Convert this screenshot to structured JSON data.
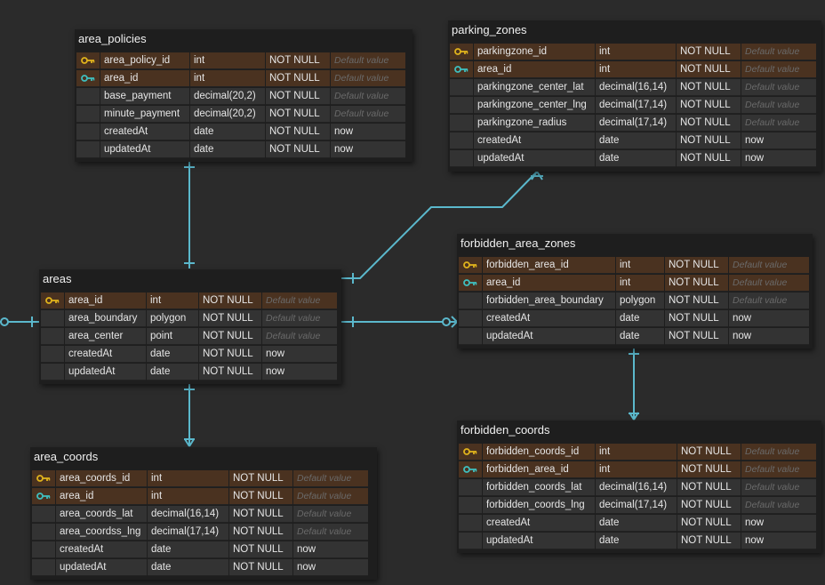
{
  "icons": {
    "primary_key": "gold-key-icon",
    "foreign_key": "teal-key-icon"
  },
  "colors": {
    "canvas": "#2b2b2b",
    "table_bg": "#1e1e1e",
    "cell_bg": "#333333",
    "key_row_bg": "#4a3220",
    "relation_line": "#5bb8cc",
    "primary_key": "#e0b31c",
    "foreign_key": "#3fbfbf"
  },
  "tables": {
    "area_policies": {
      "title": "area_policies",
      "columns": [
        {
          "key": "pk",
          "name": "area_policy_id",
          "type": "int",
          "nullable": "NOT NULL",
          "default": "Default value",
          "default_is_placeholder": true
        },
        {
          "key": "fk",
          "name": "area_id",
          "type": "int",
          "nullable": "NOT NULL",
          "default": "Default value",
          "default_is_placeholder": true
        },
        {
          "key": "",
          "name": "base_payment",
          "type": "decimal(20,2)",
          "nullable": "NOT NULL",
          "default": "Default value",
          "default_is_placeholder": true
        },
        {
          "key": "",
          "name": "minute_payment",
          "type": "decimal(20,2)",
          "nullable": "NOT NULL",
          "default": "Default value",
          "default_is_placeholder": true
        },
        {
          "key": "",
          "name": "createdAt",
          "type": "date",
          "nullable": "NOT NULL",
          "default": "now",
          "default_is_placeholder": false
        },
        {
          "key": "",
          "name": "updatedAt",
          "type": "date",
          "nullable": "NOT NULL",
          "default": "now",
          "default_is_placeholder": false
        }
      ]
    },
    "parking_zones": {
      "title": "parking_zones",
      "columns": [
        {
          "key": "pk",
          "name": "parkingzone_id",
          "type": "int",
          "nullable": "NOT NULL",
          "default": "Default value",
          "default_is_placeholder": true
        },
        {
          "key": "fk",
          "name": "area_id",
          "type": "int",
          "nullable": "NOT NULL",
          "default": "Default value",
          "default_is_placeholder": true
        },
        {
          "key": "",
          "name": "parkingzone_center_lat",
          "type": "decimal(16,14)",
          "nullable": "NOT NULL",
          "default": "Default value",
          "default_is_placeholder": true
        },
        {
          "key": "",
          "name": "parkingzone_center_lng",
          "type": "decimal(17,14)",
          "nullable": "NOT NULL",
          "default": "Default value",
          "default_is_placeholder": true
        },
        {
          "key": "",
          "name": "parkingzone_radius",
          "type": "decimal(17,14)",
          "nullable": "NOT NULL",
          "default": "Default value",
          "default_is_placeholder": true
        },
        {
          "key": "",
          "name": "createdAt",
          "type": "date",
          "nullable": "NOT NULL",
          "default": "now",
          "default_is_placeholder": false
        },
        {
          "key": "",
          "name": "updatedAt",
          "type": "date",
          "nullable": "NOT NULL",
          "default": "now",
          "default_is_placeholder": false
        }
      ]
    },
    "areas": {
      "title": "areas",
      "columns": [
        {
          "key": "pk",
          "name": "area_id",
          "type": "int",
          "nullable": "NOT NULL",
          "default": "Default value",
          "default_is_placeholder": true
        },
        {
          "key": "",
          "name": "area_boundary",
          "type": "polygon",
          "nullable": "NOT NULL",
          "default": "Default value",
          "default_is_placeholder": true
        },
        {
          "key": "",
          "name": "area_center",
          "type": "point",
          "nullable": "NOT NULL",
          "default": "Default value",
          "default_is_placeholder": true
        },
        {
          "key": "",
          "name": "createdAt",
          "type": "date",
          "nullable": "NOT NULL",
          "default": "now",
          "default_is_placeholder": false
        },
        {
          "key": "",
          "name": "updatedAt",
          "type": "date",
          "nullable": "NOT NULL",
          "default": "now",
          "default_is_placeholder": false
        }
      ]
    },
    "forbidden_area_zones": {
      "title": "forbidden_area_zones",
      "columns": [
        {
          "key": "pk",
          "name": "forbidden_area_id",
          "type": "int",
          "nullable": "NOT NULL",
          "default": "Default value",
          "default_is_placeholder": true
        },
        {
          "key": "fk",
          "name": "area_id",
          "type": "int",
          "nullable": "NOT NULL",
          "default": "Default value",
          "default_is_placeholder": true
        },
        {
          "key": "",
          "name": "forbidden_area_boundary",
          "type": "polygon",
          "nullable": "NOT NULL",
          "default": "Default value",
          "default_is_placeholder": true
        },
        {
          "key": "",
          "name": "createdAt",
          "type": "date",
          "nullable": "NOT NULL",
          "default": "now",
          "default_is_placeholder": false
        },
        {
          "key": "",
          "name": "updatedAt",
          "type": "date",
          "nullable": "NOT NULL",
          "default": "now",
          "default_is_placeholder": false
        }
      ]
    },
    "area_coords": {
      "title": "area_coords",
      "columns": [
        {
          "key": "pk",
          "name": "area_coords_id",
          "type": "int",
          "nullable": "NOT NULL",
          "default": "Default value",
          "default_is_placeholder": true
        },
        {
          "key": "fk",
          "name": "area_id",
          "type": "int",
          "nullable": "NOT NULL",
          "default": "Default value",
          "default_is_placeholder": true
        },
        {
          "key": "",
          "name": "area_coords_lat",
          "type": "decimal(16,14)",
          "nullable": "NOT NULL",
          "default": "Default value",
          "default_is_placeholder": true
        },
        {
          "key": "",
          "name": "area_coordss_lng",
          "type": "decimal(17,14)",
          "nullable": "NOT NULL",
          "default": "Default value",
          "default_is_placeholder": true
        },
        {
          "key": "",
          "name": "createdAt",
          "type": "date",
          "nullable": "NOT NULL",
          "default": "now",
          "default_is_placeholder": false
        },
        {
          "key": "",
          "name": "updatedAt",
          "type": "date",
          "nullable": "NOT NULL",
          "default": "now",
          "default_is_placeholder": false
        }
      ]
    },
    "forbidden_coords": {
      "title": "forbidden_coords",
      "columns": [
        {
          "key": "pk",
          "name": "forbidden_coords_id",
          "type": "int",
          "nullable": "NOT NULL",
          "default": "Default value",
          "default_is_placeholder": true
        },
        {
          "key": "fk",
          "name": "forbidden_area_id",
          "type": "int",
          "nullable": "NOT NULL",
          "default": "Default value",
          "default_is_placeholder": true
        },
        {
          "key": "",
          "name": "forbidden_coords_lat",
          "type": "decimal(16,14)",
          "nullable": "NOT NULL",
          "default": "Default value",
          "default_is_placeholder": true
        },
        {
          "key": "",
          "name": "forbidden_coords_lng",
          "type": "decimal(17,14)",
          "nullable": "NOT NULL",
          "default": "Default value",
          "default_is_placeholder": true
        },
        {
          "key": "",
          "name": "createdAt",
          "type": "date",
          "nullable": "NOT NULL",
          "default": "now",
          "default_is_placeholder": false
        },
        {
          "key": "",
          "name": "updatedAt",
          "type": "date",
          "nullable": "NOT NULL",
          "default": "now",
          "default_is_placeholder": false
        }
      ]
    }
  },
  "relations": [
    {
      "from": "areas",
      "to": "area_policies",
      "cardinality": "one-to-one"
    },
    {
      "from": "areas",
      "to": "parking_zones",
      "cardinality": "one-to-many"
    },
    {
      "from": "areas",
      "to": "forbidden_area_zones",
      "cardinality": "one-to-many"
    },
    {
      "from": "areas",
      "to": "area_coords",
      "cardinality": "one-to-many"
    },
    {
      "from": "forbidden_area_zones",
      "to": "forbidden_coords",
      "cardinality": "one-to-many"
    }
  ]
}
